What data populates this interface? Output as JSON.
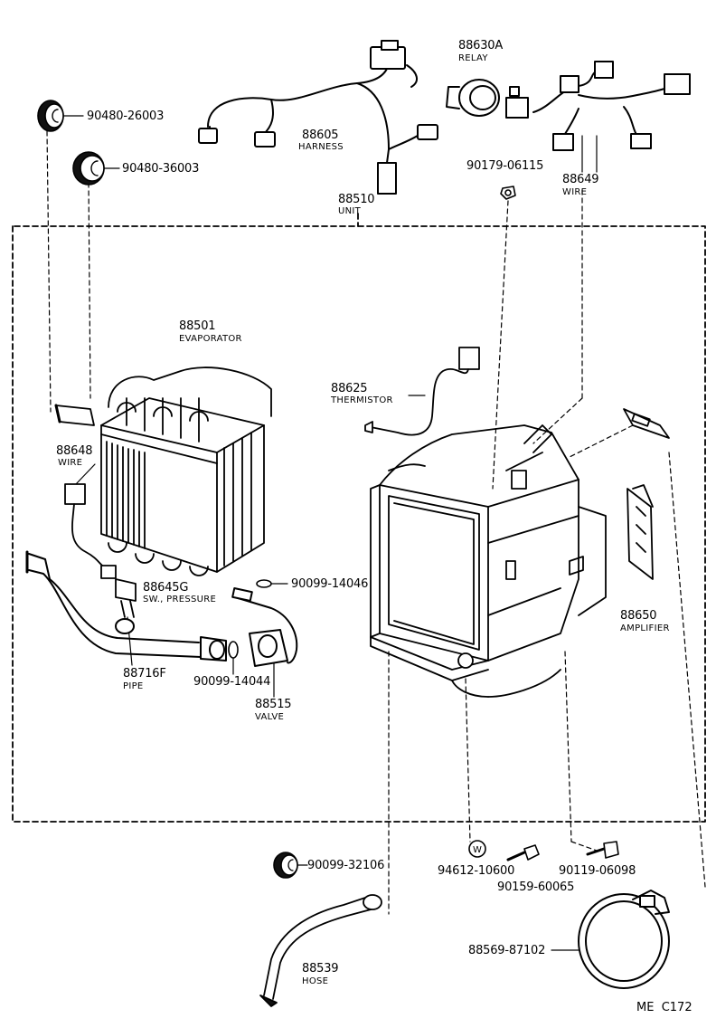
{
  "diagram": {
    "code": "ME  C172",
    "parts": [
      {
        "id": "p1",
        "number": "90480-26003",
        "name": ""
      },
      {
        "id": "p2",
        "number": "90480-36003",
        "name": ""
      },
      {
        "id": "p3",
        "number": "88605",
        "name": "HARNESS"
      },
      {
        "id": "p4",
        "number": "88630A",
        "name": "RELAY"
      },
      {
        "id": "p5",
        "number": "88649",
        "name": "WIRE"
      },
      {
        "id": "p6",
        "number": "90179-06115",
        "name": ""
      },
      {
        "id": "p7",
        "number": "88510",
        "name": "UNIT"
      },
      {
        "id": "p8",
        "number": "88501",
        "name": "EVAPORATOR"
      },
      {
        "id": "p9",
        "number": "88625",
        "name": "THERMISTOR"
      },
      {
        "id": "p10",
        "number": "88648",
        "name": "WIRE"
      },
      {
        "id": "p11",
        "number": "88645G",
        "name": "SW., PRESSURE"
      },
      {
        "id": "p12",
        "number": "90099-14046",
        "name": ""
      },
      {
        "id": "p13",
        "number": "88716F",
        "name": "PIPE"
      },
      {
        "id": "p14",
        "number": "90099-14044",
        "name": ""
      },
      {
        "id": "p15",
        "number": "88515",
        "name": "VALVE"
      },
      {
        "id": "p16",
        "number": "88650",
        "name": "AMPLIFIER"
      },
      {
        "id": "p17",
        "number": "90099-32106",
        "name": ""
      },
      {
        "id": "p18",
        "number": "94612-10600",
        "name": ""
      },
      {
        "id": "p19",
        "number": "90159-60065",
        "name": ""
      },
      {
        "id": "p20",
        "number": "90119-06098",
        "name": ""
      },
      {
        "id": "p21",
        "number": "88569-87102",
        "name": ""
      },
      {
        "id": "p22",
        "number": "88539",
        "name": "HOSE"
      }
    ]
  }
}
